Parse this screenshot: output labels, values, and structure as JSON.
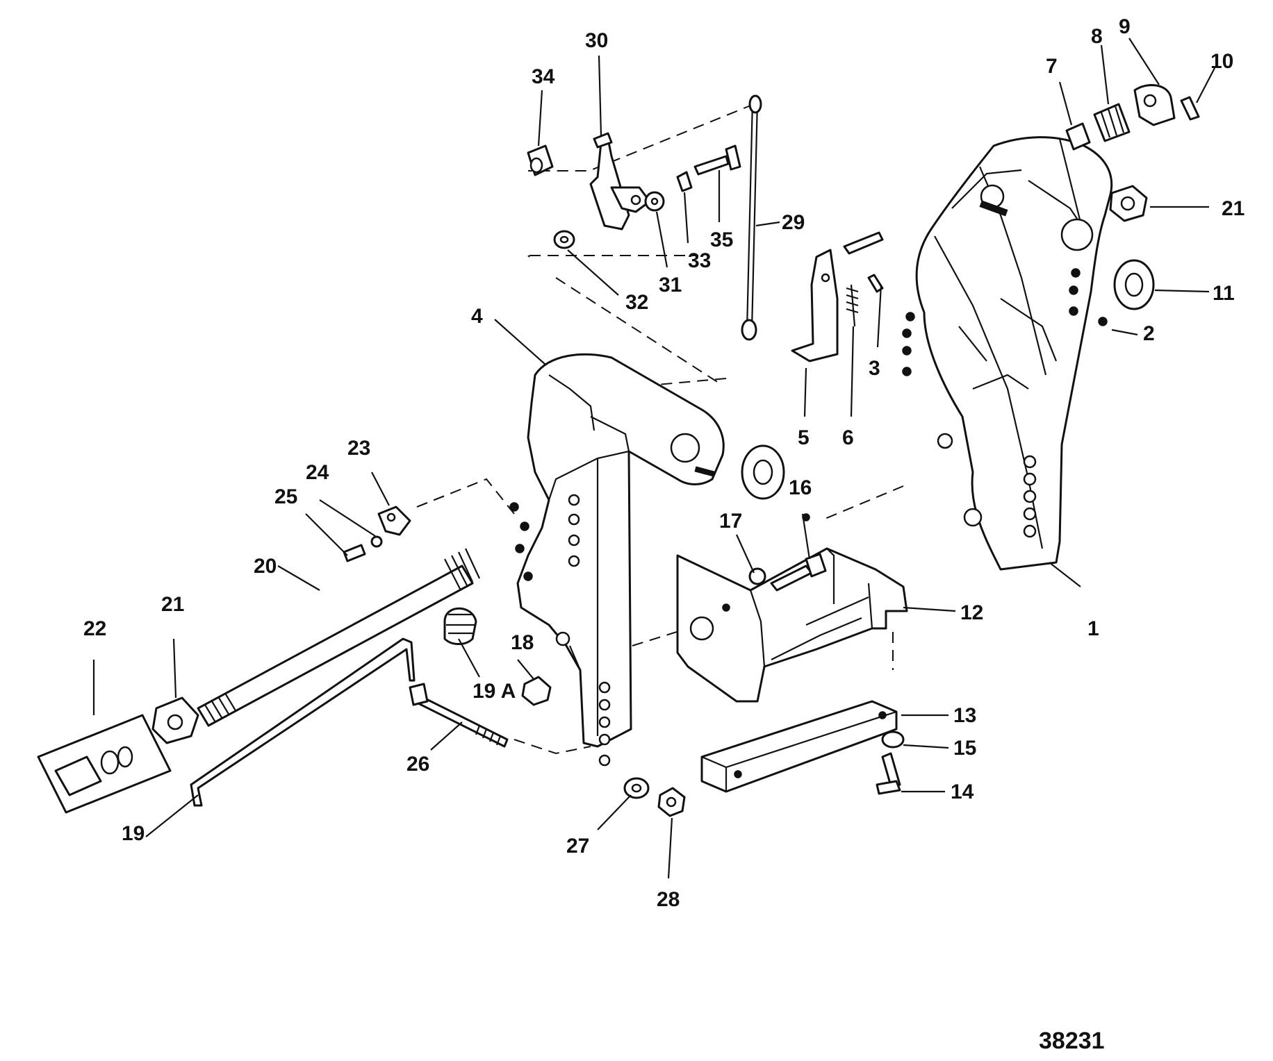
{
  "diagram": {
    "figure_number": "38231",
    "callouts": {
      "c1": "1",
      "c2": "2",
      "c3": "3",
      "c4": "4",
      "c5": "5",
      "c6": "6",
      "c7": "7",
      "c8": "8",
      "c9": "9",
      "c10": "10",
      "c11": "11",
      "c12": "12",
      "c13": "13",
      "c14": "14",
      "c15": "15",
      "c16": "16",
      "c17": "17",
      "c18": "18",
      "c19": "19",
      "c19a": "19 A",
      "c20": "20",
      "c21a": "21",
      "c21b": "21",
      "c22": "22",
      "c23": "23",
      "c24": "24",
      "c25": "25",
      "c26": "26",
      "c27": "27",
      "c28": "28",
      "c29": "29",
      "c30": "30",
      "c31": "31",
      "c32": "32",
      "c33": "33",
      "c34": "34",
      "c35": "35"
    },
    "line_color": "#111111",
    "background": "#ffffff"
  }
}
